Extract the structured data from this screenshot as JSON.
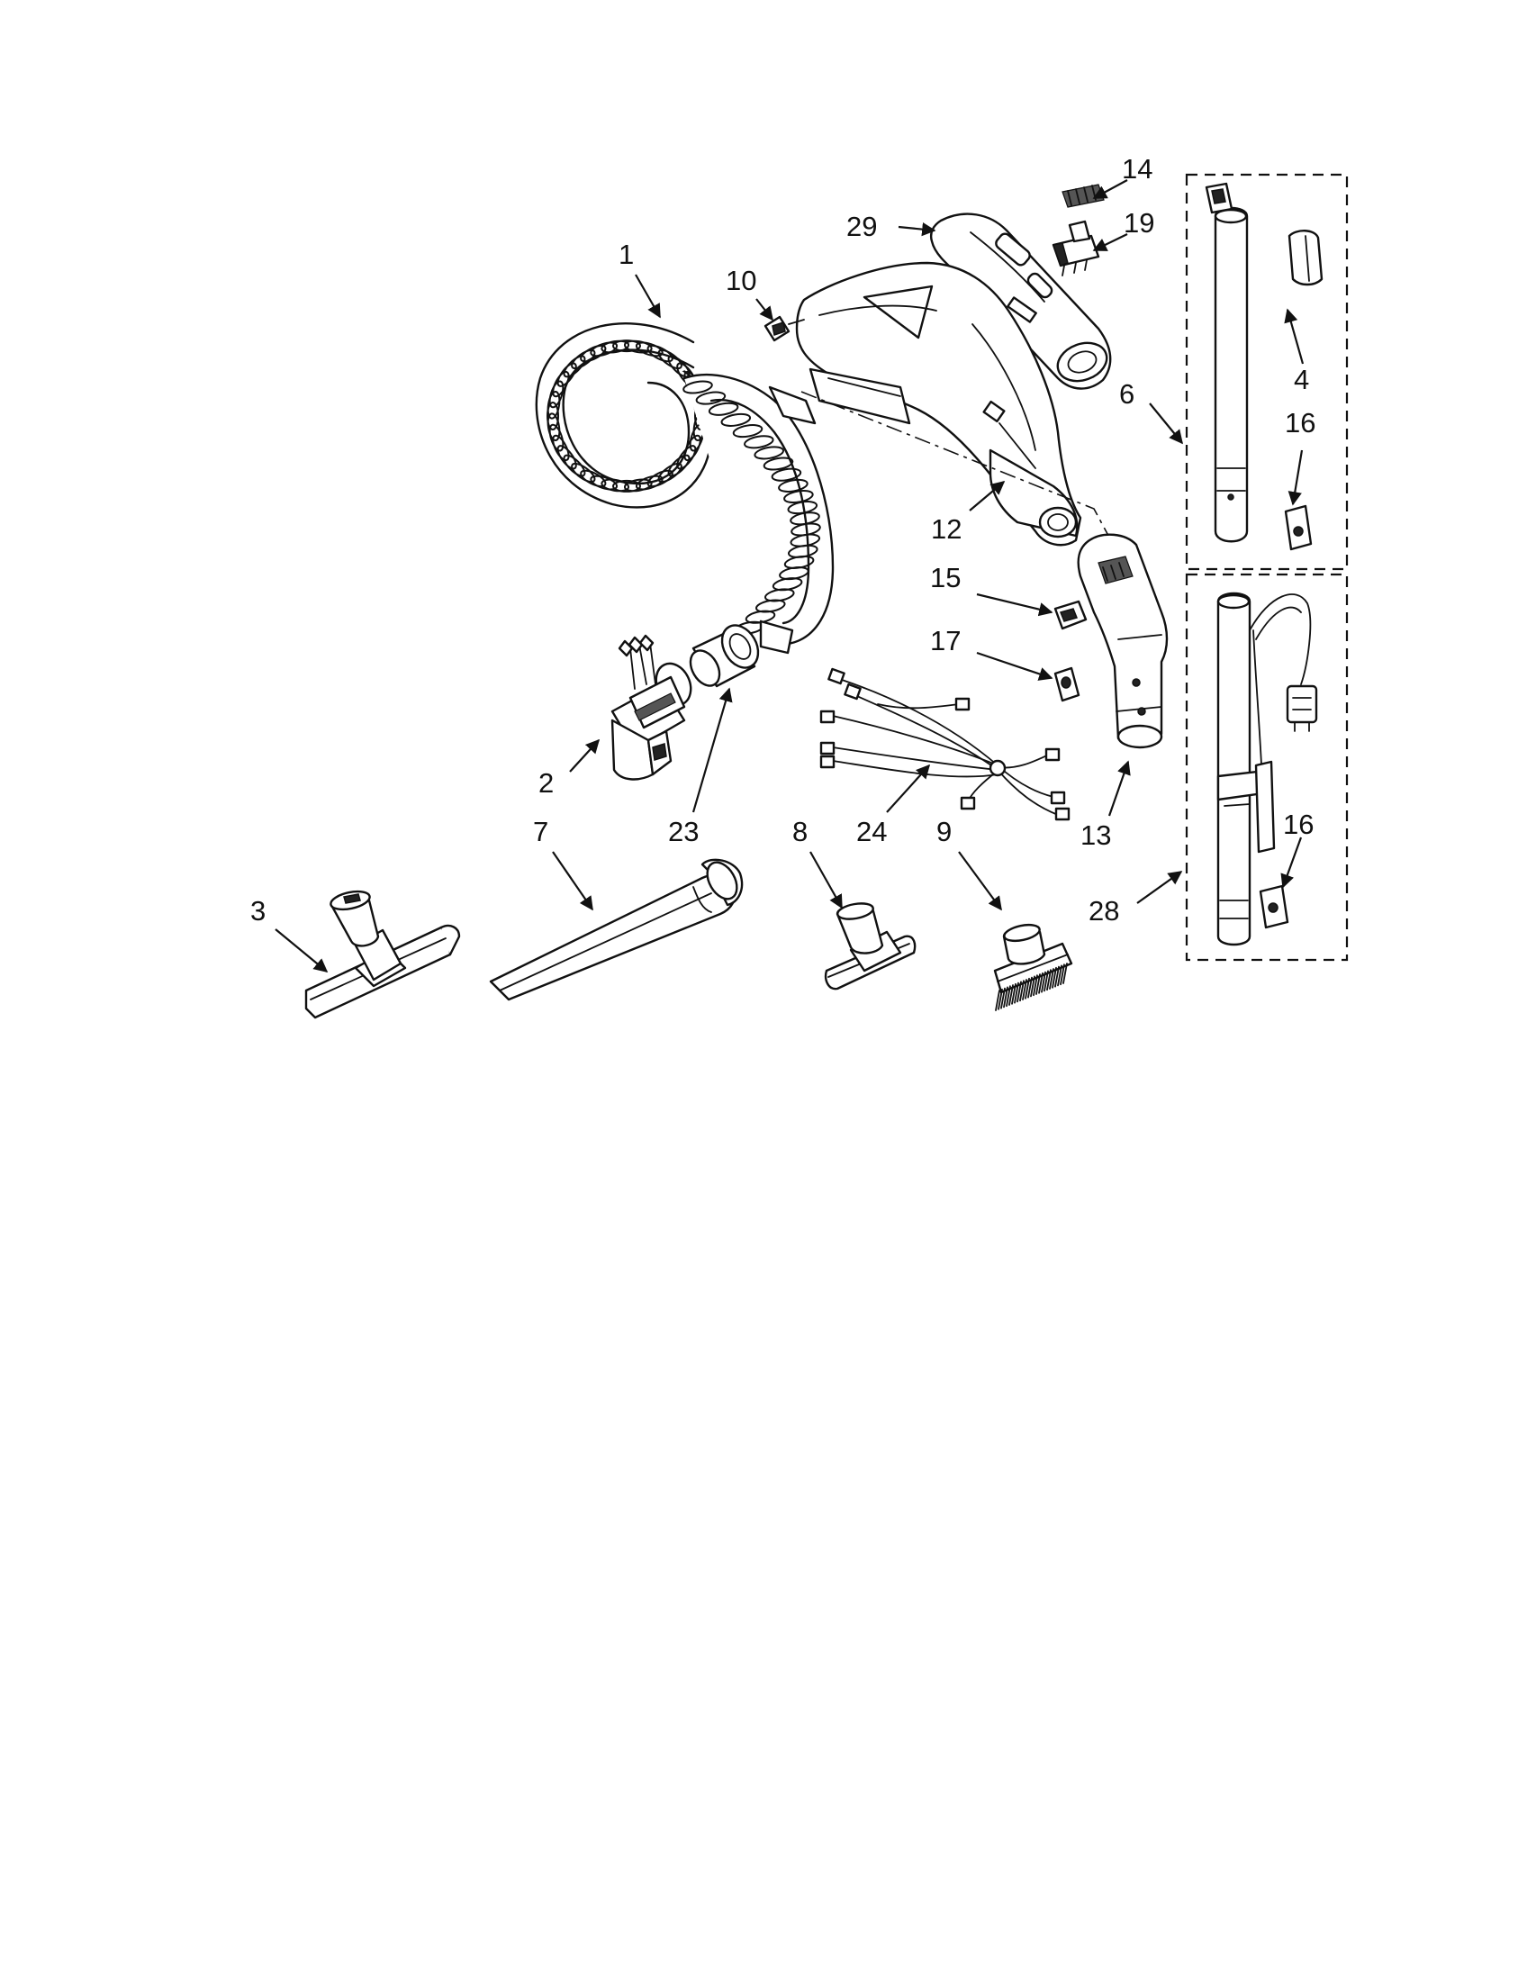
{
  "diagram": {
    "type": "exploded-parts-view",
    "callouts": {
      "c1": "1",
      "c2": "2",
      "c3": "3",
      "c4": "4",
      "c6": "6",
      "c7": "7",
      "c8": "8",
      "c9": "9",
      "c10": "10",
      "c12": "12",
      "c13": "13",
      "c14": "14",
      "c15": "15",
      "c16a": "16",
      "c16b": "16",
      "c17": "17",
      "c19": "19",
      "c23": "23",
      "c24": "24",
      "c28": "28",
      "c29": "29"
    },
    "colors": {
      "line": "#111111",
      "paper": "#ffffff"
    }
  }
}
